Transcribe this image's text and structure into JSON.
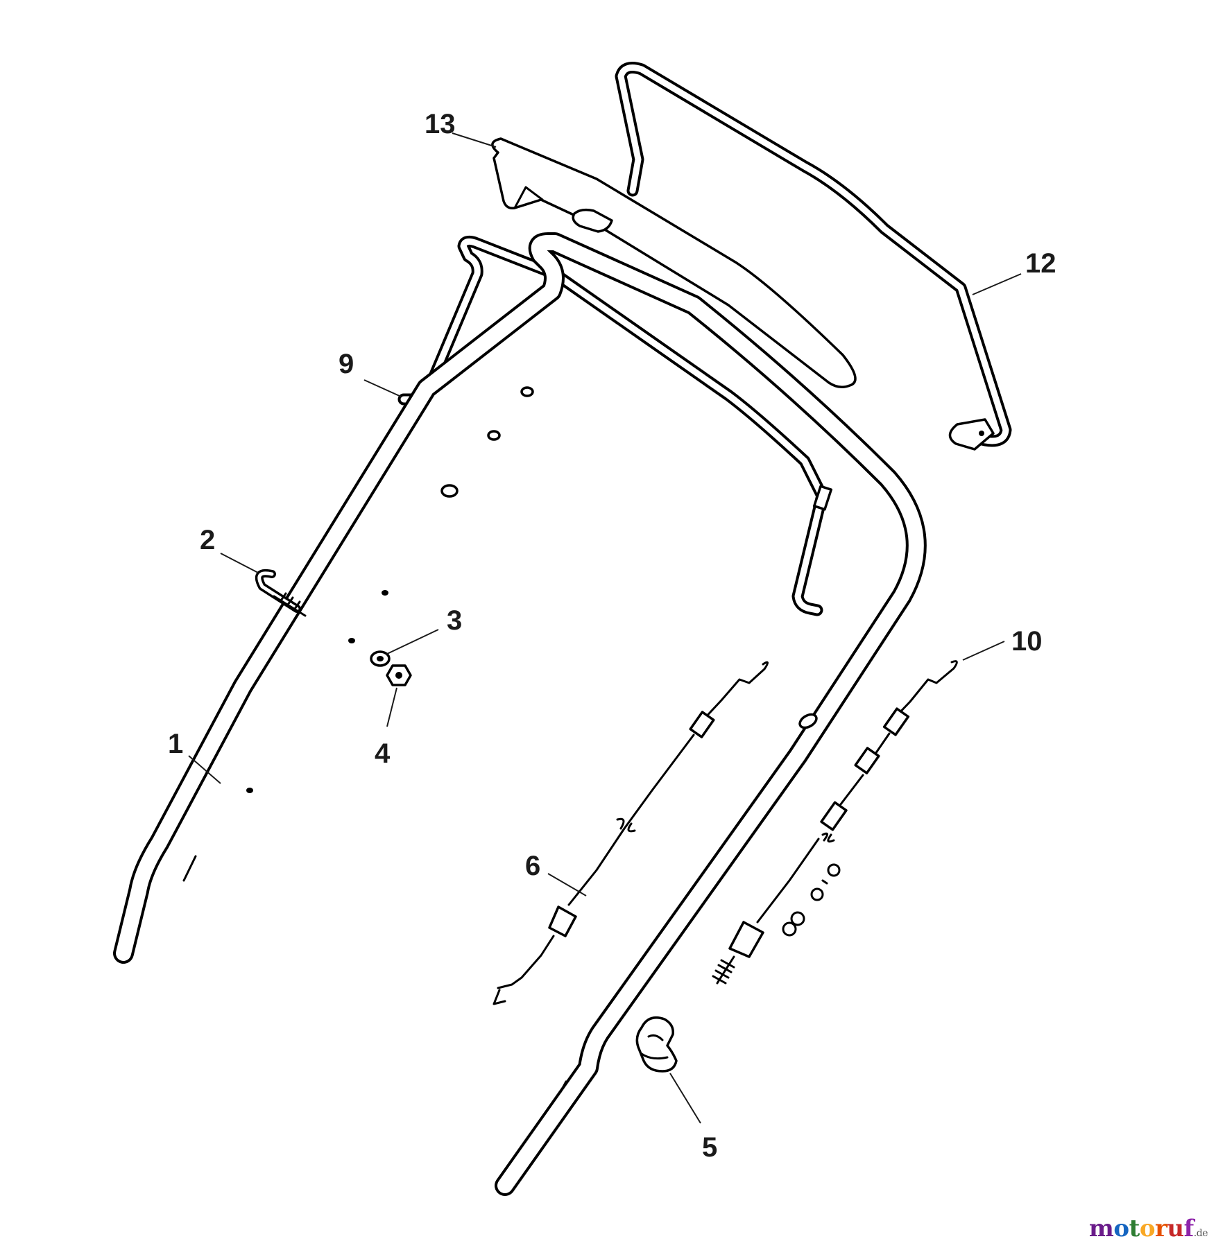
{
  "diagram": {
    "callouts": [
      {
        "id": "1",
        "text": "1"
      },
      {
        "id": "2",
        "text": "2"
      },
      {
        "id": "3",
        "text": "3"
      },
      {
        "id": "4",
        "text": "4"
      },
      {
        "id": "5",
        "text": "5"
      },
      {
        "id": "6",
        "text": "6"
      },
      {
        "id": "9",
        "text": "9"
      },
      {
        "id": "10",
        "text": "10"
      },
      {
        "id": "12",
        "text": "12"
      },
      {
        "id": "13",
        "text": "13"
      }
    ]
  },
  "watermark": {
    "letters": [
      "m",
      "o",
      "t",
      "o",
      "r",
      "u",
      "f"
    ],
    "colors": [
      "#6a1b8a",
      "#1565c0",
      "#2e7d32",
      "#f9a825",
      "#e65100",
      "#c62828",
      "#8e24aa"
    ],
    "tld": ".de"
  }
}
